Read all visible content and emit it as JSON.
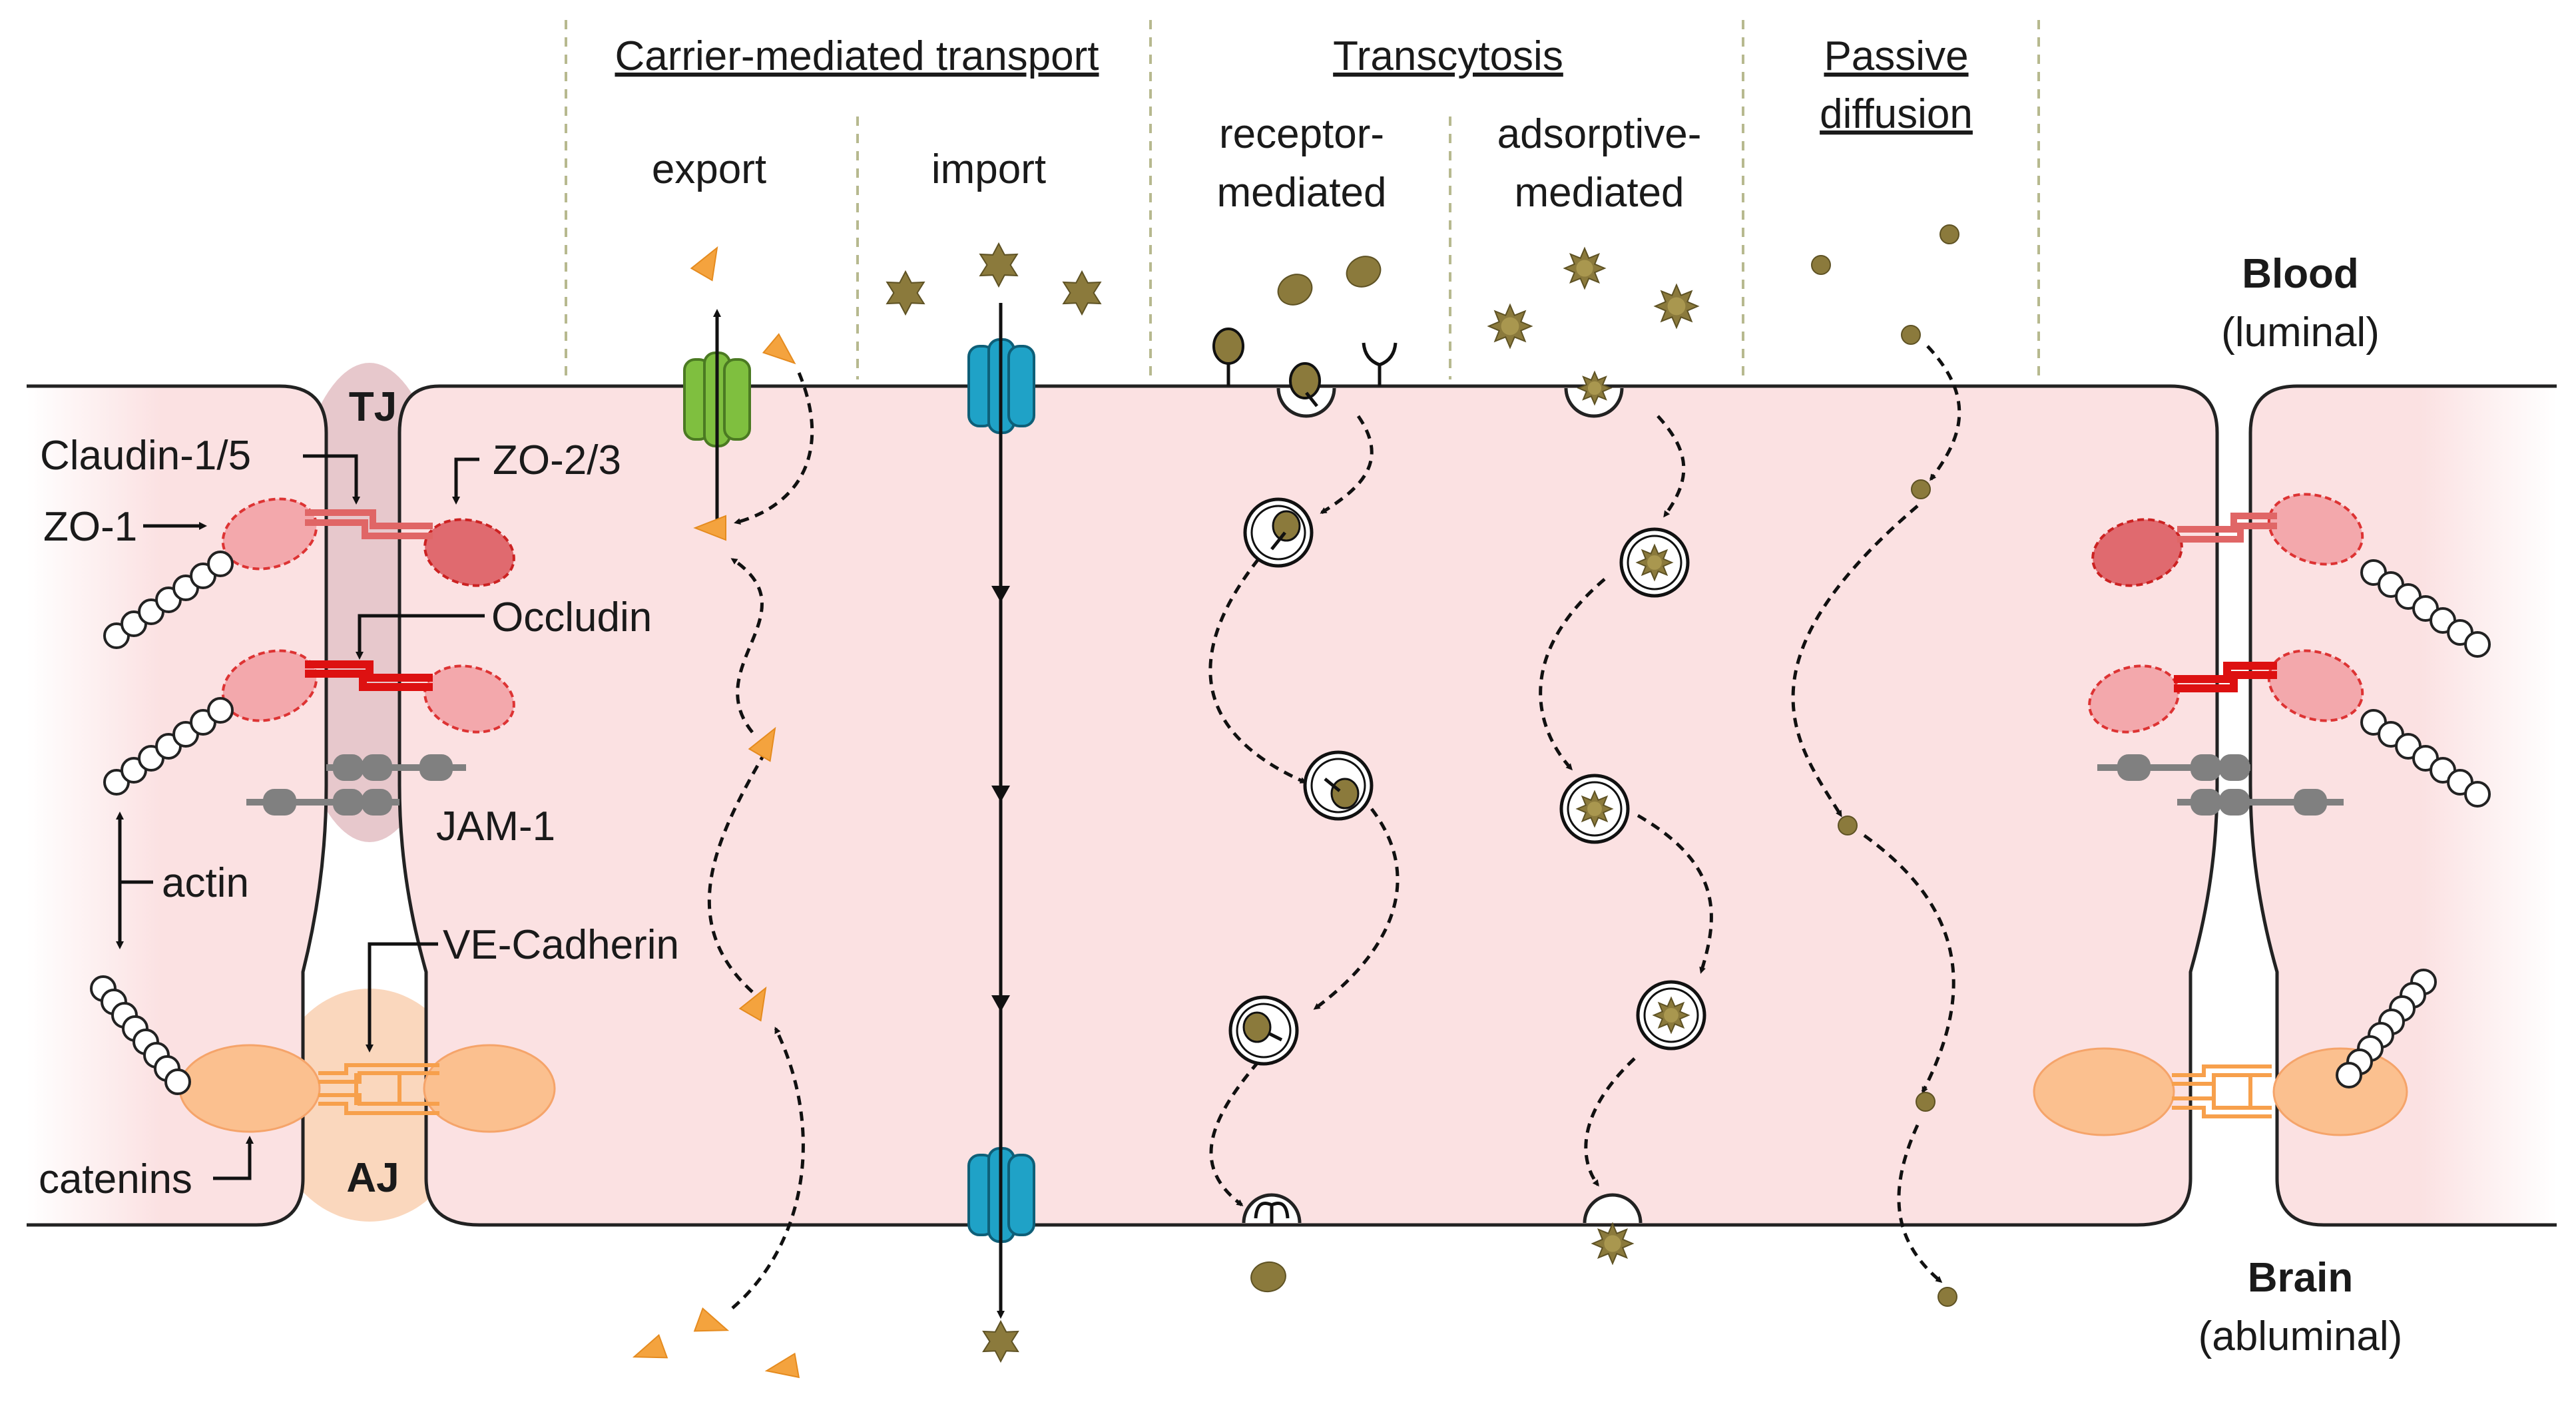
{
  "headers": {
    "carrier": "Carrier-mediated transport",
    "transcytosis": "Transcytosis",
    "passive_line1": "Passive",
    "passive_line2": "diffusion"
  },
  "subheaders": {
    "export": "export",
    "import": "import",
    "receptor_line1": "receptor-",
    "receptor_line2": "mediated",
    "adsorptive_line1": "adsorptive-",
    "adsorptive_line2": "mediated"
  },
  "sides": {
    "blood": "Blood",
    "blood_sub": "(luminal)",
    "brain": "Brain",
    "brain_sub": "(abluminal)"
  },
  "junction_labels": {
    "tj": "TJ",
    "aj": "AJ",
    "claudin": "Claudin-1/5",
    "zo2": "ZO-2/3",
    "zo1": "ZO-1",
    "occludin": "Occludin",
    "jam": "JAM-1",
    "actin": "actin",
    "vecadherin": "VE-Cadherin",
    "catenins": "catenins"
  },
  "colors": {
    "cell_fill": "#fbe1e2",
    "tj_zone": "#e7c8cc",
    "aj_zone": "#fad7bd",
    "claudin": "#e06666",
    "occludin": "#dd1111",
    "zo_light": "#f3a8ac",
    "zo_dark": "#e06a6f",
    "jam": "#777777",
    "cadherin": "#f7a04c",
    "catenin": "#fbc08f",
    "exporter": "#7fbf3f",
    "importer": "#1fa2c7",
    "molecule": "#8b7a3c",
    "triangle": "#f4a33e",
    "divider": "#b7b98f"
  }
}
